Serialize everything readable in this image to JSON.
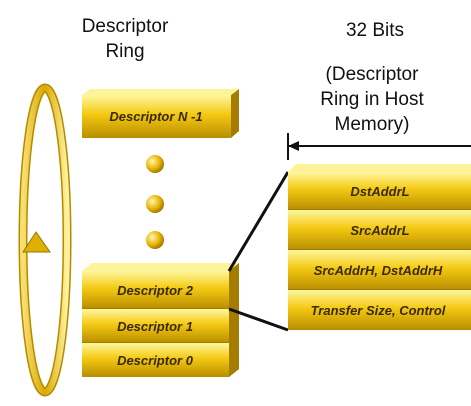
{
  "ring_title": [
    "Descriptor",
    "Ring"
  ],
  "bits_title": "32 Bits",
  "memory_title": [
    "(Descriptor",
    "Ring in Host",
    "Memory)"
  ],
  "ring_descriptors": [
    "Descriptor N -1",
    "Descriptor 2",
    "Descriptor 1",
    "Descriptor 0"
  ],
  "descriptor_fields": [
    "DstAddrL",
    "SrcAddrL",
    "SrcAddrH, DstAddrH",
    "Transfer Size, Control"
  ],
  "colors": {
    "gold_light": "#fff27a",
    "gold": "#f2c40a",
    "gold_dark": "#9a7400",
    "line": "#111111"
  }
}
